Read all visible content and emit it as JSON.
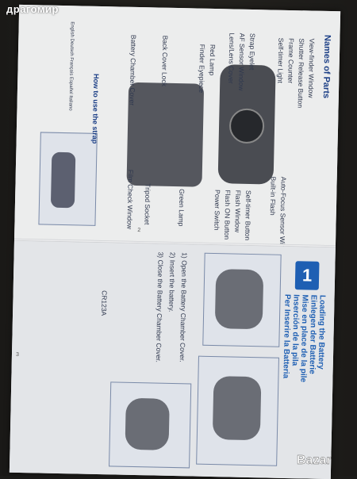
{
  "watermark": {
    "text": "драгомир"
  },
  "badge_logo": {
    "text": "Bazar"
  },
  "top_panel": {
    "heading": "Names of Parts",
    "parts": [
      "View-finder Window",
      "Shutter Release Button",
      "Frame Counter",
      "Self-timer Light",
      "Strap Eyelet",
      "AF Sensor Window",
      "Lens/Lens Cover",
      "Red Lamp",
      "Finder Eyepiece",
      "Back Cover Lock",
      "Battery Chamber Cover",
      "Film Check Window",
      "Tripod Socket",
      "Green Lamp",
      "Power Switch",
      "Flash ON Button",
      "Flash Window",
      "Self-timer Button",
      "Built-in Flash",
      "Auto-Focus Sensor Windows"
    ],
    "strap_heading": "How to use the strap",
    "side_note": "English Deutsch Français Español Italiano",
    "page_number": "2"
  },
  "bottom_panel": {
    "step_number": "1",
    "titles": [
      "Loading the Battery",
      "Einlegen der Batterie",
      "Mise en place de la pile",
      "Inserción de la pila",
      "Per Inserire la Batteria"
    ],
    "battery_note": "CR123A",
    "page_number": "3",
    "instructions": [
      "1) Open the Battery Chamber Cover.",
      "2) Insert the battery.",
      "3) Close the Battery Chamber Cover."
    ]
  }
}
